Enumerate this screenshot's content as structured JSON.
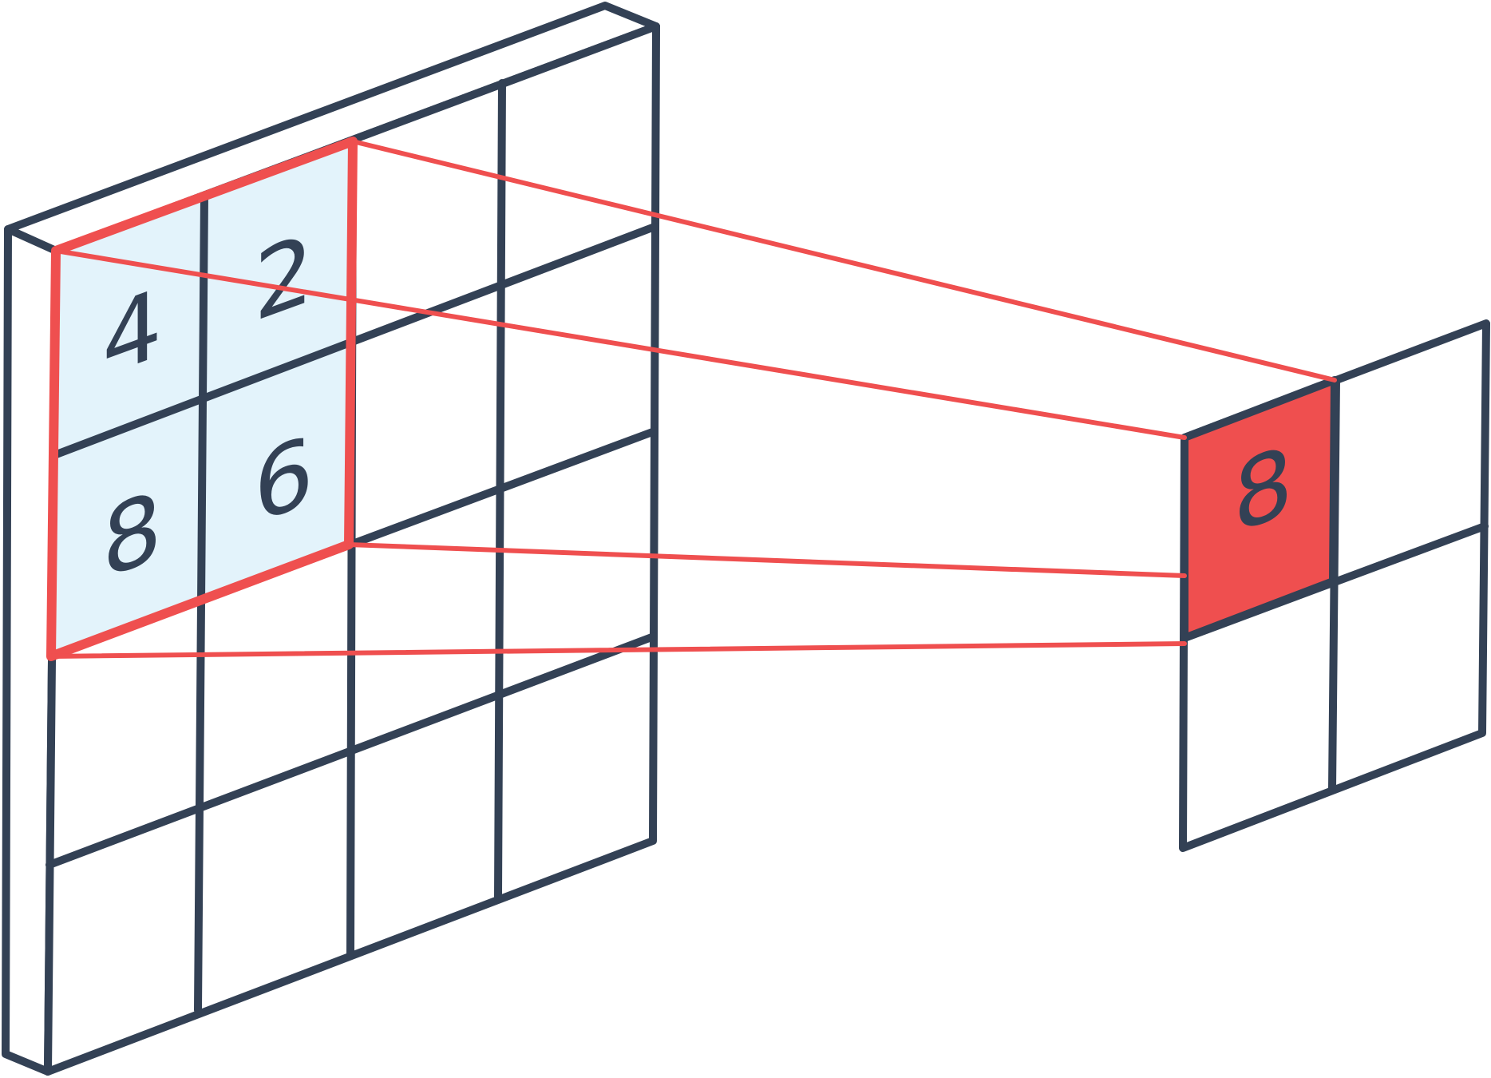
{
  "colors": {
    "grid_stroke": "#334155",
    "highlight_stroke": "#ef4f4f",
    "highlight_cell_fill": "#e3f3fb",
    "output_cell_fill": "#ef4f4f",
    "background": "#ffffff",
    "digit": "#334155"
  },
  "input_grid": {
    "rows": 4,
    "cols": 4,
    "highlighted_window": {
      "values": [
        [
          "4",
          "2"
        ],
        [
          "8",
          "6"
        ]
      ]
    }
  },
  "output_grid": {
    "rows": 2,
    "cols": 2,
    "highlighted_value": "8"
  }
}
